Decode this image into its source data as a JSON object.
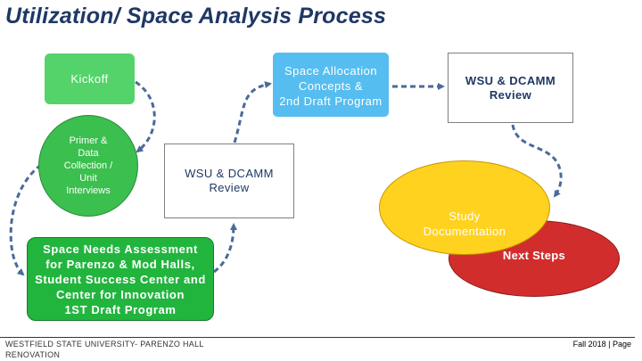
{
  "title": "Utilization/ Space Analysis Process",
  "nodes": {
    "kickoff": "Kickoff",
    "primer": [
      "Primer &",
      "Data",
      "Collection /",
      "Unit",
      "Interviews"
    ],
    "space_allocation": [
      "Space Allocation",
      "Concepts &",
      "2nd Draft Program"
    ],
    "wsu_review_1": [
      "WSU & DCAMM",
      "Review"
    ],
    "wsu_review_2": [
      "WSU & DCAMM",
      "Review"
    ],
    "study": [
      "Study",
      "Documentation"
    ],
    "next_steps": "Next Steps",
    "space_needs": [
      "Space Needs Assessment",
      "for Parenzo & Mod Halls,",
      "Student Success Center and",
      "Center for Innovation",
      "1ST Draft Program"
    ]
  },
  "footer": {
    "left": [
      "WESTFIELD STATE UNIVERSITY- PARENZO HALL",
      "RENOVATION"
    ],
    "right": "Fall 2018 | Page"
  },
  "colors": {
    "title": "#1f3864",
    "green_light": "#54d36a",
    "green": "#22b53e",
    "blue": "#56bdf0",
    "yellow": "#ffd21f",
    "red": "#d22d2d",
    "arrow": "#4a6a9a"
  }
}
